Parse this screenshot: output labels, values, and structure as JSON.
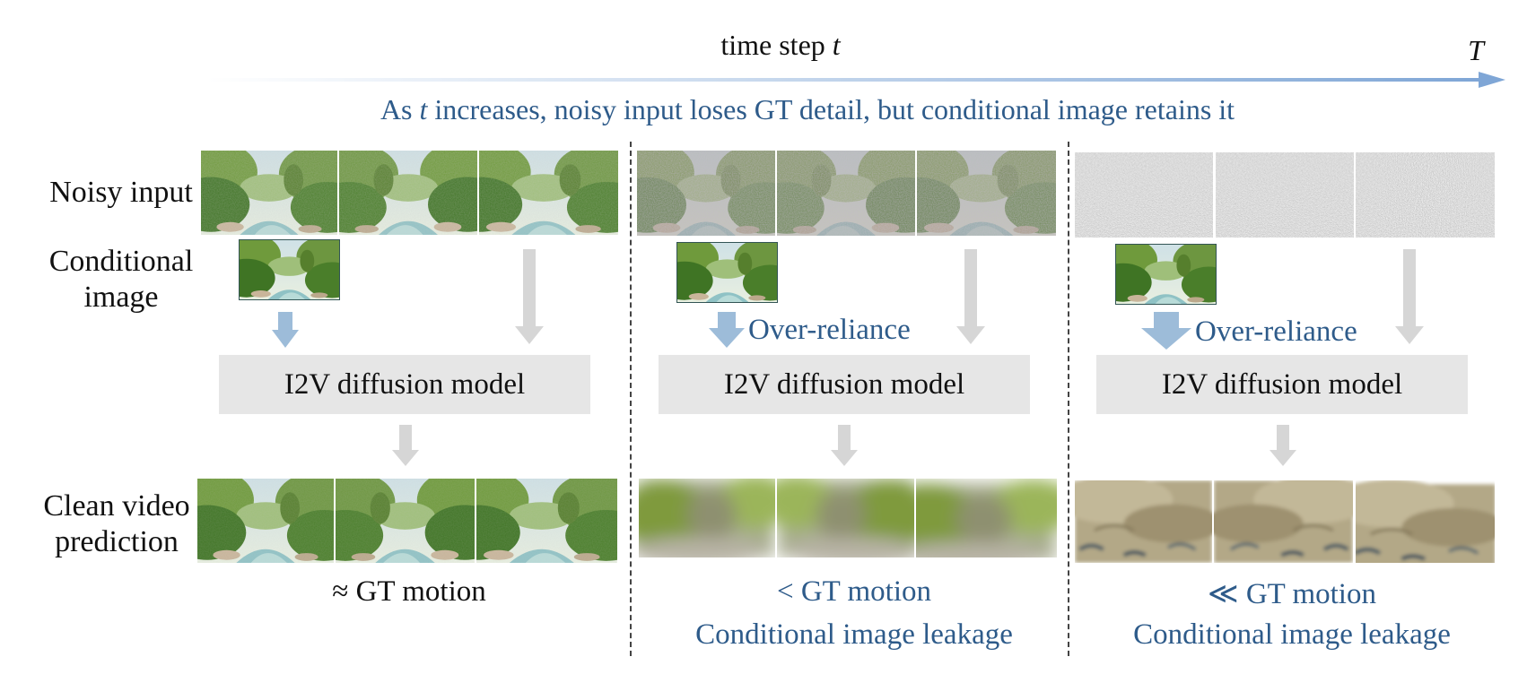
{
  "header": {
    "axis_label_prefix": "time step",
    "axis_label_var": "t",
    "axis_end_label": "T",
    "note": {
      "prefix": "As",
      "var": "t",
      "rest": "increases, noisy input loses GT detail, but conditional image retains it"
    }
  },
  "row_labels": {
    "noisy_input": "Noisy input",
    "conditional_image_line1": "Conditional",
    "conditional_image_line2": "image",
    "clean_prediction_line1": "Clean video",
    "clean_prediction_line2": "prediction"
  },
  "panels": [
    {
      "noise_level": "low",
      "model_label": "I2V diffusion model",
      "over_reliance_label": "",
      "motion_label": "≈ GT motion",
      "leakage_label": ""
    },
    {
      "noise_level": "medium",
      "model_label": "I2V diffusion model",
      "over_reliance_label": "Over-reliance",
      "motion_label": "< GT motion",
      "leakage_label": "Conditional image leakage"
    },
    {
      "noise_level": "high",
      "model_label": "I2V diffusion model",
      "over_reliance_label": "Over-reliance",
      "motion_label": "≪ GT motion",
      "leakage_label": "Conditional image leakage"
    }
  ],
  "colors": {
    "accent_blue": "#2e5b8a",
    "arrow_blue": "#9dbcd9",
    "arrow_gray": "#d6d6d6",
    "model_box": "#e6e6e6"
  }
}
